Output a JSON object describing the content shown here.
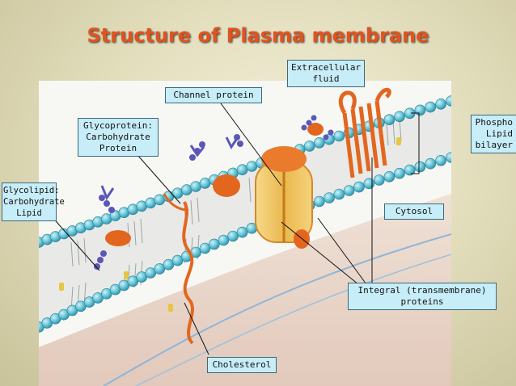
{
  "title": "Structure of Plasma membrane",
  "labels": {
    "extracellular": "Extracellular\nfluid",
    "channel": "Channel protein",
    "glycoprotein": "Glycoprotein:\nCarbohydrate\nProtein",
    "glycolipid": "Glycolipid:\nCarbohydrate\nLipid",
    "phospholipid": "Phospho\nLipid\nbilayer",
    "cytosol": "Cytosol",
    "integral": "Integral (transmembrane)\nproteins",
    "cholesterol": "Cholesterol"
  }
}
